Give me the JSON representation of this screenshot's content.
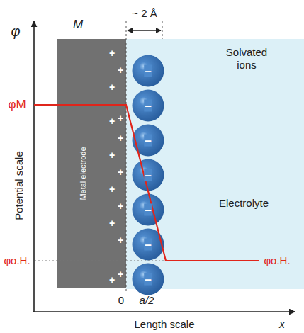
{
  "diagram": {
    "nodes": [
      {
        "text": [
          "M",
          "Metal electrode"
        ]
      },
      {
        "text": [
          "Solvated ions",
          "Electrolyte"
        ]
      },
      {
        "text": [
          "–"
        ],
        "in": 1
      },
      {
        "text": [
          "–"
        ],
        "in": 1
      },
      {
        "text": [
          "–"
        ],
        "in": 1
      },
      {
        "text": [
          "–"
        ],
        "in": 1
      },
      {
        "text": [
          "–"
        ],
        "in": 1
      },
      {
        "text": [
          "–"
        ],
        "in": 1
      },
      {
        "text": [
          "–"
        ],
        "in": 1
      }
    ],
    "labels": [
      "φ",
      "~ 2 Å",
      "φM",
      "φo.H.",
      "φo.H.",
      "Potential scale",
      "0",
      "a/2",
      "Length scale",
      "x",
      "+",
      "+",
      "+",
      "+",
      "+",
      "+",
      "+",
      "+",
      "+",
      "+",
      "+",
      "+",
      "+",
      "+"
    ]
  }
}
